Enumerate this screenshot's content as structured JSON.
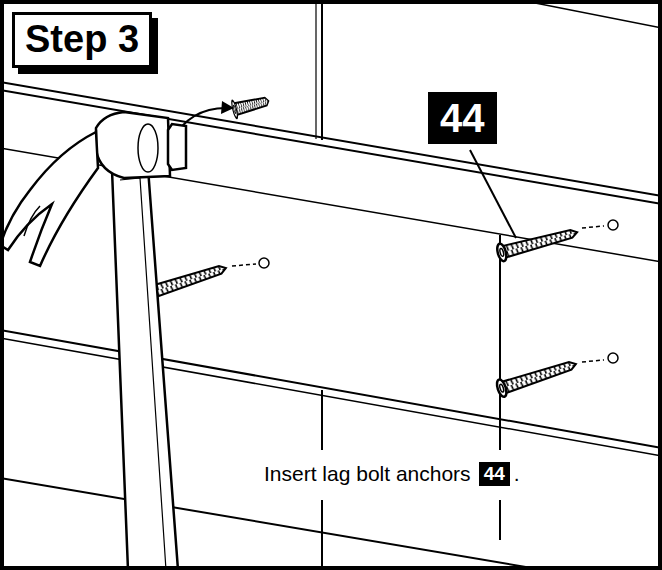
{
  "diagram": {
    "title": "Step 3",
    "caption": "Insert lag bolt anchors",
    "labels": [
      "44",
      "44",
      "."
    ]
  }
}
